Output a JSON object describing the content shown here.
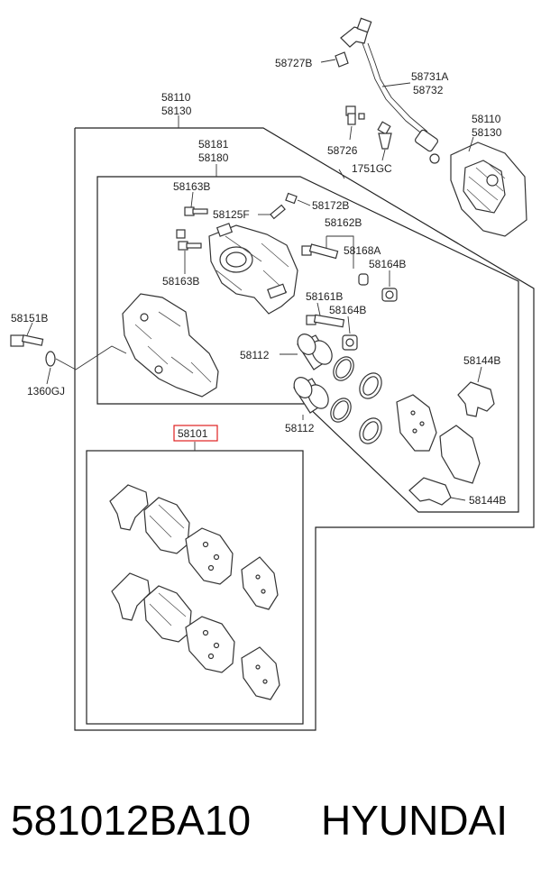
{
  "labels": {
    "l58727B": "58727B",
    "l58731A": "58731A",
    "l58732": "58732",
    "l58110a": "58110",
    "l58130a": "58130",
    "l58110b": "58110",
    "l58130b": "58130",
    "l58726": "58726",
    "l1751GC": "1751GC",
    "l58181": "58181",
    "l58180": "58180",
    "l58163Ba": "58163B",
    "l58172B": "58172B",
    "l58125F": "58125F",
    "l58162B": "58162B",
    "l58168A": "58168A",
    "l58164Ba": "58164B",
    "l58163Bb": "58163B",
    "l58161B": "58161B",
    "l58164Bb": "58164B",
    "l58151B": "58151B",
    "l58112a": "58112",
    "l58144Ba": "58144B",
    "l1360GJ": "1360GJ",
    "l58112b": "58112",
    "l58101": "58101",
    "l58144Bb": "58144B"
  },
  "footer": {
    "part_number": "581012BA10",
    "brand": "HYUNDAI"
  },
  "colors": {
    "highlight": "#e02020"
  }
}
